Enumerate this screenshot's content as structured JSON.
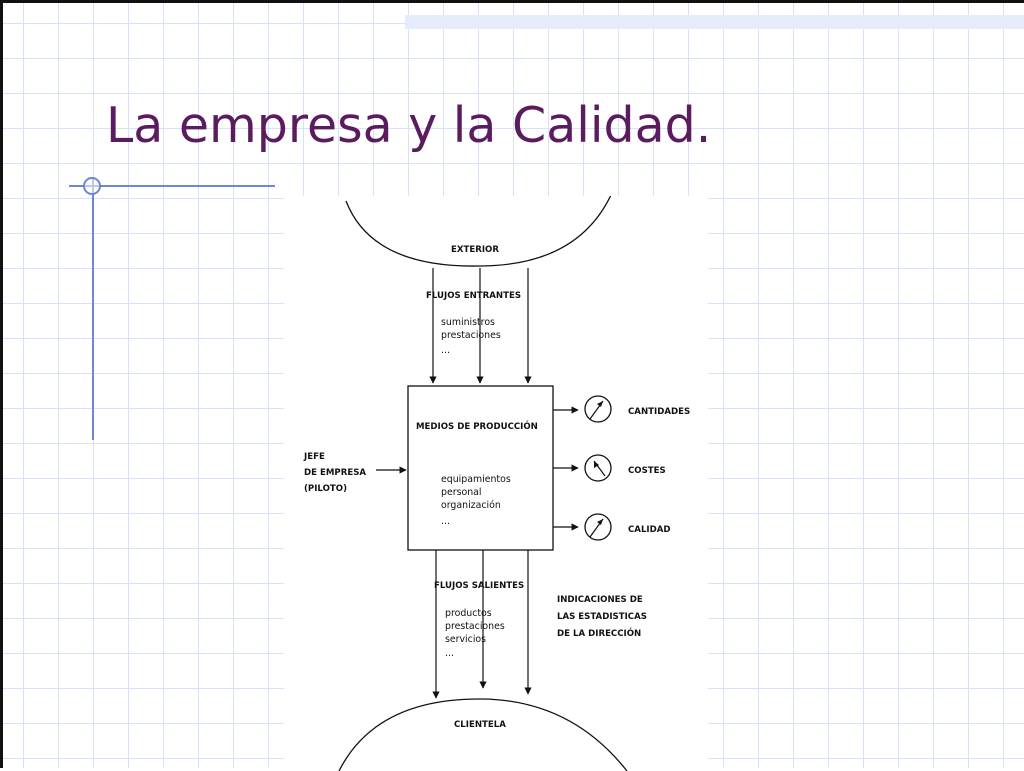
{
  "slide": {
    "title": "La empresa y la Calidad."
  },
  "diagram": {
    "exterior": "EXTERIOR",
    "incoming_flows": {
      "title": "FLUJOS ENTRANTES",
      "items": [
        "suministros",
        "prestaciones",
        "..."
      ]
    },
    "production": {
      "title": "MEDIOS DE PRODUCCIÓN",
      "items": [
        "equipamientos",
        "personal",
        "organización",
        "..."
      ]
    },
    "leader": {
      "lines": [
        "JEFE",
        "DE EMPRESA",
        "(PILOTO)"
      ]
    },
    "indicators": [
      {
        "label": "CANTIDADES",
        "icon": "gauge-icon"
      },
      {
        "label": "COSTES",
        "icon": "gauge-icon"
      },
      {
        "label": "CALIDAD",
        "icon": "gauge-icon"
      }
    ],
    "outgoing_flows": {
      "title": "FLUJOS SALIENTES",
      "items": [
        "productos",
        "prestaciones",
        "servicios",
        "..."
      ]
    },
    "management_statistics": {
      "lines": [
        "INDICACIONES DE",
        "LAS ESTADISTICAS",
        "DE LA DIRECCIÓN"
      ]
    },
    "clients": "CLIENTELA"
  },
  "colors": {
    "title": "#5b1c5f",
    "grid": "#d8e1f7",
    "accent": "#6f86d8",
    "ink": "#111111"
  }
}
